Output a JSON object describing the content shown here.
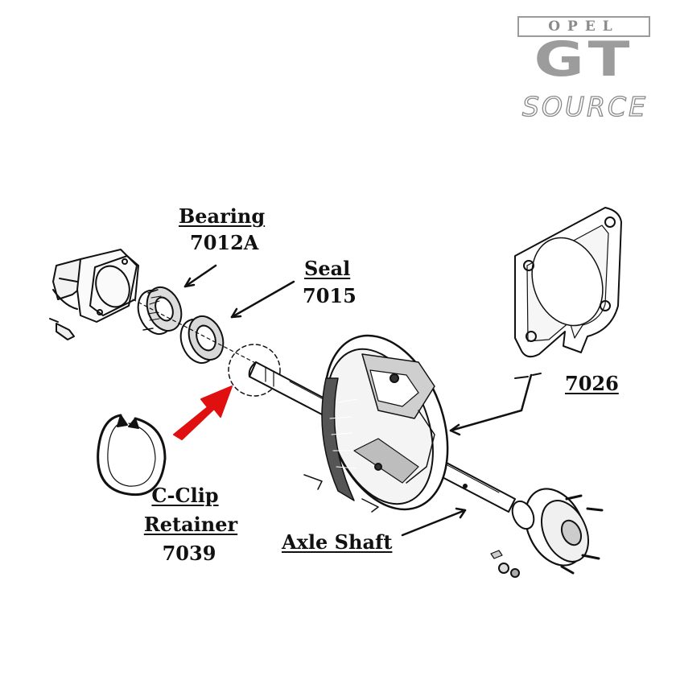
{
  "logo": {
    "top": "OPEL",
    "middle": "GT",
    "bottom": "SOURCE"
  },
  "labels": {
    "bearing_name": "Bearing",
    "bearing_part": "7012A",
    "seal_name": "Seal",
    "seal_part": "7015",
    "backing_plate_part": "7026",
    "cclip_name_1": "C-Clip",
    "cclip_name_2": "Retainer",
    "cclip_part": "7039",
    "axle_shaft_name": "Axle Shaft"
  },
  "colors": {
    "highlight_arrow": "#e01010",
    "line_art": "#111111",
    "logo_gray": "#9a9a9a"
  }
}
